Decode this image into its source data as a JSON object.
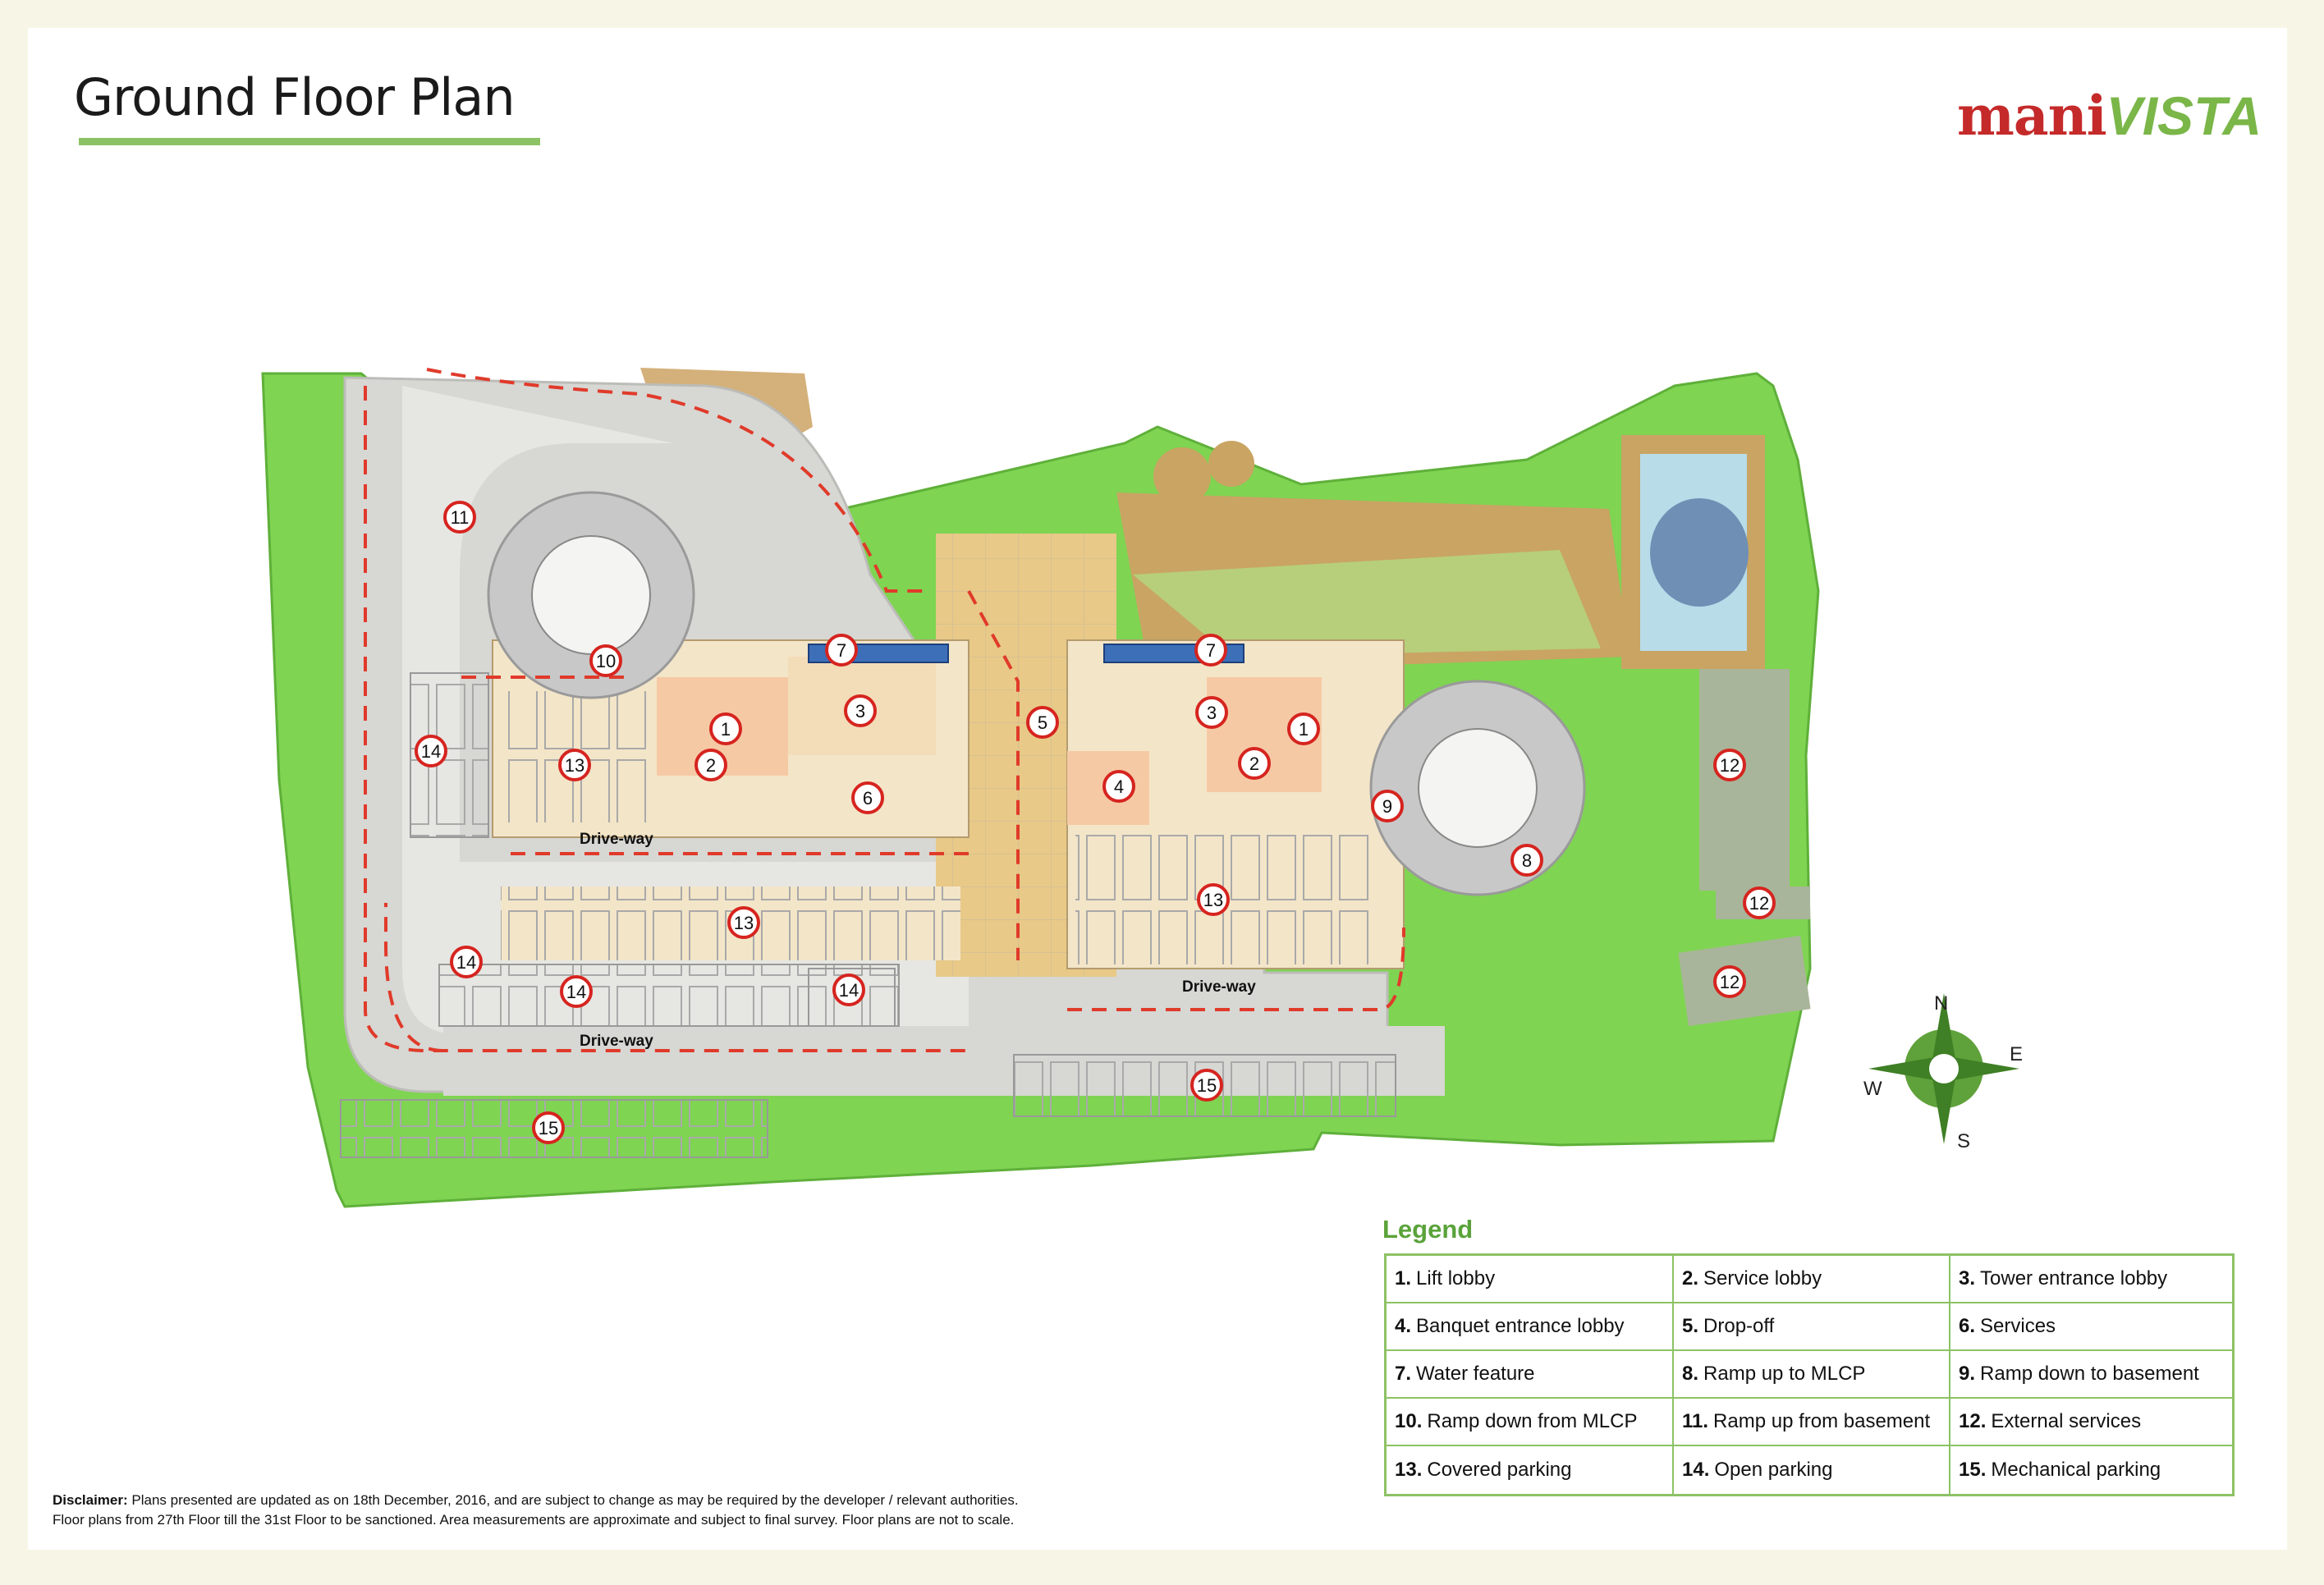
{
  "header": {
    "title": "Ground Floor Plan",
    "brand_part1": "mani",
    "brand_part2": "VISTA"
  },
  "plan": {
    "driveway_labels": [
      "Drive-way",
      "Drive-way",
      "Drive-way"
    ],
    "markers": [
      "11",
      "10",
      "7",
      "7",
      "3",
      "3",
      "1",
      "1",
      "2",
      "2",
      "14",
      "13",
      "6",
      "4",
      "5",
      "9",
      "12",
      "12",
      "8",
      "12",
      "13",
      "13",
      "14",
      "14",
      "14",
      "15",
      "15"
    ],
    "compass": {
      "n": "N",
      "e": "E",
      "s": "S",
      "w": "W"
    }
  },
  "legend": {
    "title": "Legend",
    "items": [
      {
        "num": "1.",
        "label": "Lift lobby"
      },
      {
        "num": "2.",
        "label": "Service lobby"
      },
      {
        "num": "3.",
        "label": "Tower entrance lobby"
      },
      {
        "num": "4.",
        "label": "Banquet entrance lobby"
      },
      {
        "num": "5.",
        "label": "Drop-off"
      },
      {
        "num": "6.",
        "label": "Services"
      },
      {
        "num": "7.",
        "label": "Water feature"
      },
      {
        "num": "8.",
        "label": "Ramp up to MLCP"
      },
      {
        "num": "9.",
        "label": "Ramp down to basement"
      },
      {
        "num": "10.",
        "label": "Ramp down from MLCP"
      },
      {
        "num": "11.",
        "label": "Ramp up from basement"
      },
      {
        "num": "12.",
        "label": "External services"
      },
      {
        "num": "13.",
        "label": "Covered parking"
      },
      {
        "num": "14.",
        "label": "Open parking"
      },
      {
        "num": "15.",
        "label": "Mechanical parking"
      }
    ]
  },
  "disclaimer": {
    "label": "Disclaimer:",
    "line1": "Plans presented are updated as on 18th December, 2016, and are subject to change as may be required by the developer / relevant authorities.",
    "line2": "Floor plans from 27th Floor till the 31st Floor to be sanctioned. Area measurements are approximate and subject to final survey. Floor plans are not to scale."
  },
  "colors": {
    "lawn": "#7fd452",
    "lawn_edge": "#5fb03a",
    "road": "#d7d7d3",
    "building": "#f3e5c8",
    "lobby": "#f6c9a5",
    "arrow": "#e03a2a",
    "marker": "#d6241f",
    "accent": "#8cc265"
  }
}
